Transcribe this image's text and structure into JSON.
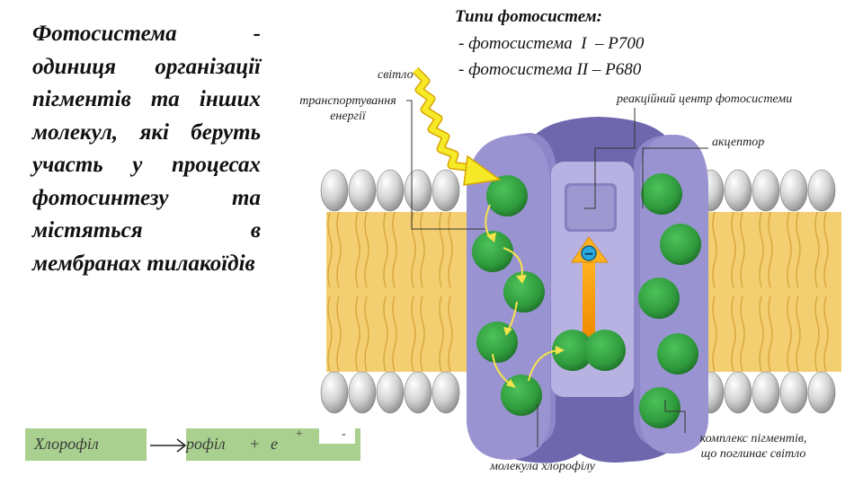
{
  "definition": {
    "text": "Фотосистема - одиниця організації пігментів та інших молекул, які беруть участь у процесах фотосинтезу та містяться в мембранах тилакоїдів"
  },
  "photosystem_types": {
    "heading": "Типи фотосистем:",
    "items": [
      "- фотосистема  I  – Р700",
      "- фотосистема II – Р680"
    ]
  },
  "labels": {
    "light": "світло",
    "energy_transport_line1": "транспортування",
    "energy_transport_line2": "енергії",
    "reaction_center": "реакційний центр фотосистеми",
    "acceptor": "акцептор",
    "chlorophyll_molecule": "молекула хлорофілу",
    "pigment_complex_line1": "комплекс пігментів,",
    "pigment_complex_line2": "що поглинає світло",
    "electron_sign": "−"
  },
  "equation": {
    "left": "Хлорофіл",
    "right": "рофіл",
    "plus": "+",
    "electron": "е",
    "superscript_plus": "+",
    "superscript_minus": "-"
  },
  "colors": {
    "membrane_yellow": "#f3cf72",
    "head_grey": "#c9c9c9",
    "protein_purple": "#8d86c8",
    "chlorophyll_green": "#33a041",
    "light_arrow": "#f3e21c",
    "equation_box": "#a9d08e"
  }
}
